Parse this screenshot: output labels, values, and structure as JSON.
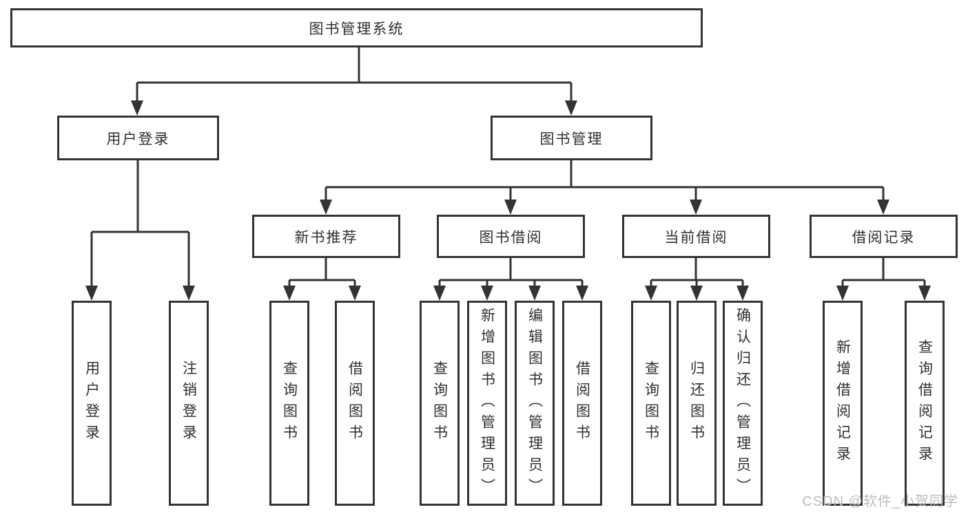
{
  "diagram": {
    "root": {
      "label": "图书管理系统",
      "children": [
        {
          "label": "用户登录",
          "children": [
            {
              "label": "用户登录"
            },
            {
              "label": "注销登录"
            }
          ]
        },
        {
          "label": "图书管理",
          "children": [
            {
              "label": "新书推荐",
              "children": [
                {
                  "label": "查询图书"
                },
                {
                  "label": "借阅图书"
                }
              ]
            },
            {
              "label": "图书借阅",
              "children": [
                {
                  "label": "查询图书"
                },
                {
                  "label": "新增图书（管理员）"
                },
                {
                  "label": "编辑图书（管理员）"
                },
                {
                  "label": "借阅图书"
                }
              ]
            },
            {
              "label": "当前借阅",
              "children": [
                {
                  "label": "查询图书"
                },
                {
                  "label": "归还图书"
                },
                {
                  "label": "确认归还（管理员）"
                }
              ]
            },
            {
              "label": "借阅记录",
              "children": [
                {
                  "label": "新增借阅记录"
                },
                {
                  "label": "查询借阅记录"
                }
              ]
            }
          ]
        }
      ]
    },
    "watermark": "CSDN @软件_小贺同学",
    "colors": {
      "line": "#333333",
      "box_border": "#333333",
      "text": "#2f2f2f",
      "watermark": "#bcbcbc",
      "background": "#ffffff"
    }
  }
}
